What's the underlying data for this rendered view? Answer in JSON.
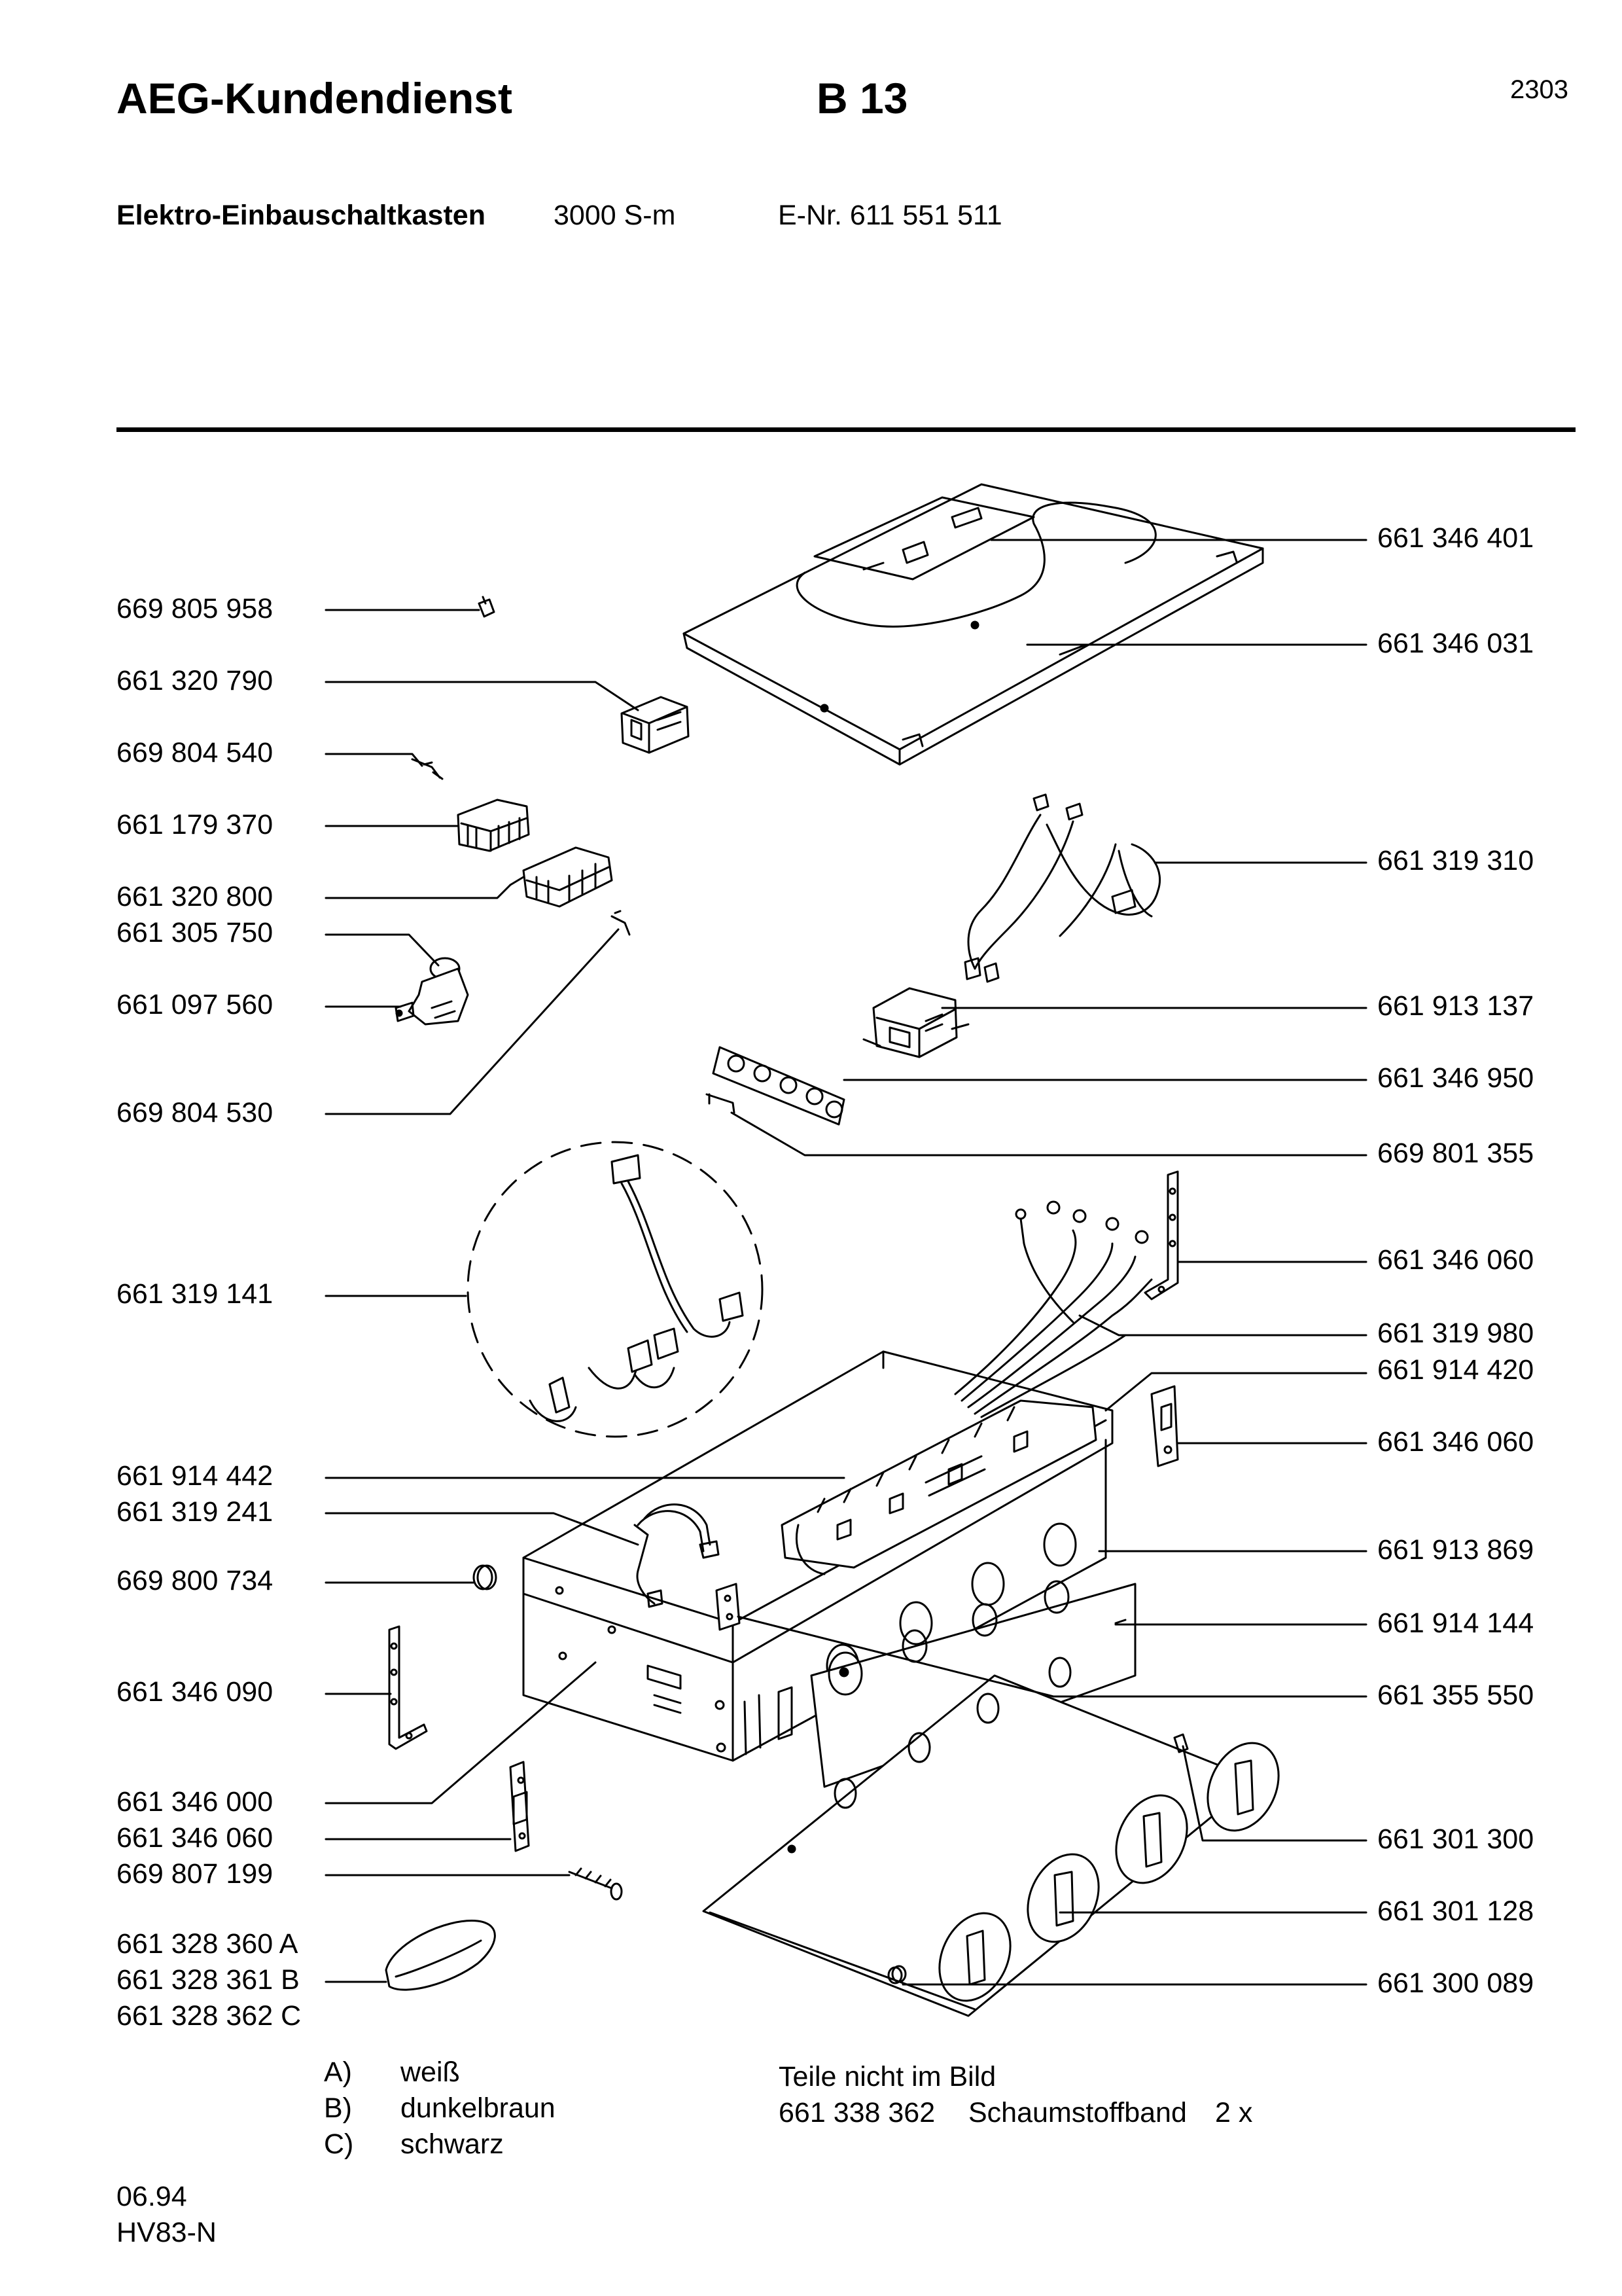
{
  "header": {
    "brand": "AEG-Kundendienst",
    "code": "B 13",
    "page_number": "2303"
  },
  "subheader": {
    "product": "Elektro-Einbauschaltkasten",
    "model": "3000 S-m",
    "enr": "E-Nr. 611 551 511"
  },
  "parts_left": [
    "669 805 958",
    "661 320 790",
    "669 804 540",
    "661 179 370",
    "661 320 800",
    "661 305 750",
    "661 097 560",
    "669 804 530",
    "661 319 141",
    "661 914 442",
    "661 319 241",
    "669 800 734",
    "661 346 090",
    "661 346 000",
    "661 346 060",
    "669 807 199",
    "661 328 360 A",
    "661 328 361 B",
    "661 328 362 C"
  ],
  "parts_right": [
    "661 346 401",
    "661 346 031",
    "661 319 310",
    "661 913 137",
    "661 346 950",
    "669 801 355",
    "661 346 060",
    "661 319 980",
    "661 914 420",
    "661 346 060",
    "661 913 869",
    "661 914 144",
    "661 355 550",
    "661 301 300",
    "661 301 128",
    "661 300 089"
  ],
  "color_legend": [
    {
      "key": "A)",
      "value": "weiß"
    },
    {
      "key": "B)",
      "value": "dunkelbraun"
    },
    {
      "key": "C)",
      "value": "schwarz"
    }
  ],
  "not_shown": {
    "title": "Teile nicht im Bild",
    "part": "661 338 362",
    "description": "Schaumstoffband",
    "quantity": "2 x"
  },
  "footer": {
    "date": "06.94",
    "ref": "HV83-N"
  }
}
